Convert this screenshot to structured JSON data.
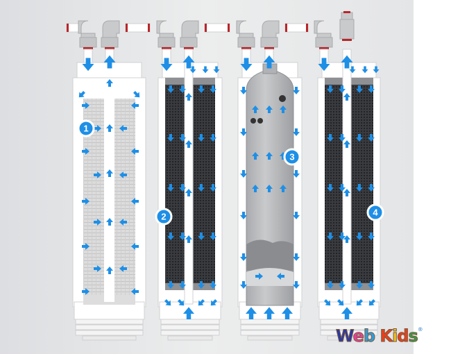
{
  "diagram": {
    "title": "",
    "stages": [
      {
        "number": "1",
        "media": "sediment-filter"
      },
      {
        "number": "2",
        "media": "carbon-block"
      },
      {
        "number": "3",
        "media": "membrane"
      },
      {
        "number": "4",
        "media": "carbon-block"
      }
    ]
  },
  "logo": {
    "text": "Web Kids",
    "part1": "Web",
    "part2": "Kids",
    "registered": "®"
  },
  "colors": {
    "arrow": "#1e8fe6",
    "badge": "#1e8fe6",
    "fitting_red": "#b8262a",
    "background": "#e6e7e9"
  }
}
